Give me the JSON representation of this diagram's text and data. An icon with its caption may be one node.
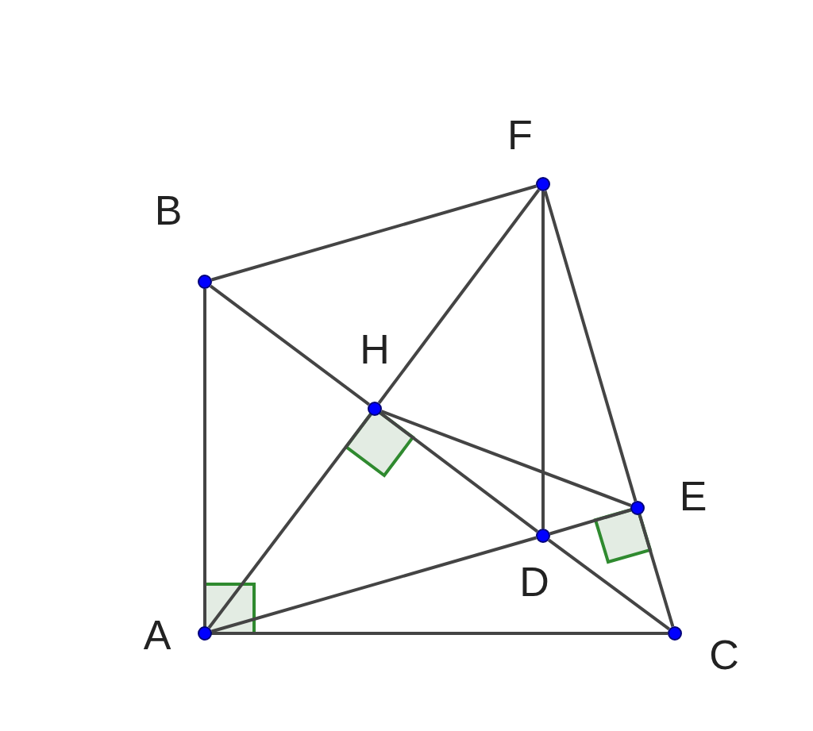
{
  "diagram": {
    "nodes": [
      {
        "text": [],
        "shape": "circle",
        "beside": [
          "F"
        ]
      },
      {
        "text": [],
        "shape": "circle",
        "beside": [
          "B"
        ]
      },
      {
        "text": [],
        "shape": "circle",
        "beside": [
          "H"
        ]
      },
      {
        "text": [],
        "shape": "circle",
        "beside": [
          "E"
        ]
      },
      {
        "text": [],
        "shape": "circle",
        "beside": [
          "D"
        ]
      },
      {
        "text": [],
        "shape": "circle",
        "beside": [
          "A"
        ]
      },
      {
        "text": [],
        "shape": "circle",
        "beside": [
          "C"
        ]
      }
    ],
    "edges": [
      {
        "from": 5,
        "to": 1,
        "arrow": "none"
      },
      {
        "from": 5,
        "to": 6,
        "arrow": "none"
      },
      {
        "from": 1,
        "to": 0,
        "arrow": "none"
      },
      {
        "from": 1,
        "to": 2,
        "arrow": "none"
      },
      {
        "from": 2,
        "to": 4,
        "arrow": "none"
      },
      {
        "from": 4,
        "to": 6,
        "arrow": "none"
      },
      {
        "from": 5,
        "to": 2,
        "arrow": "none"
      },
      {
        "from": 2,
        "to": 0,
        "arrow": "none"
      },
      {
        "from": 0,
        "to": 4,
        "arrow": "none"
      },
      {
        "from": 0,
        "to": 3,
        "arrow": "none"
      },
      {
        "from": 3,
        "to": 6,
        "arrow": "none"
      },
      {
        "from": 5,
        "to": 4,
        "arrow": "none"
      },
      {
        "from": 4,
        "to": 3,
        "arrow": "none"
      },
      {
        "from": 2,
        "to": 3,
        "arrow": "none"
      }
    ]
  }
}
